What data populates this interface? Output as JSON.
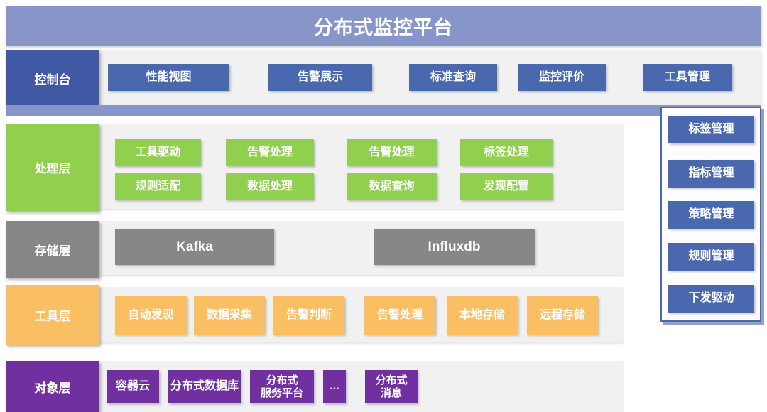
{
  "title": "分布式监控平台",
  "colors": {
    "banner": "#8795c9",
    "console_label": "#4159a4",
    "blue_button": "#4a68ae",
    "green": "#90d04e",
    "gray": "#878787",
    "orange": "#fabf63",
    "purple": "#7030a0",
    "band_background": "#f1f1f2",
    "panel_border": "#4a68ae"
  },
  "console": {
    "label": "控制台",
    "buttons": [
      "性能视图",
      "告警展示",
      "标准查询",
      "监控评价",
      "工具管理"
    ]
  },
  "right_panel": {
    "buttons": [
      "标签管理",
      "指标管理",
      "策略管理",
      "规则管理",
      "下发驱动"
    ]
  },
  "processing": {
    "label": "处理层",
    "row1": [
      "工具驱动",
      "告警处理",
      "告警处理",
      "标签处理"
    ],
    "row2": [
      "规则适配",
      "数据处理",
      "数据查询",
      "发现配置"
    ]
  },
  "storage": {
    "label": "存储层",
    "items": [
      "Kafka",
      "Influxdb"
    ]
  },
  "tools": {
    "label": "工具层",
    "buttons": [
      "自动发现",
      "数据采集",
      "告警判断",
      "告警处理",
      "本地存储",
      "远程存储"
    ]
  },
  "objects": {
    "label": "对象层",
    "buttons": [
      "容器云",
      "分布式数据库",
      "分布式\n服务平台",
      "...",
      "分布式\n消息"
    ]
  }
}
